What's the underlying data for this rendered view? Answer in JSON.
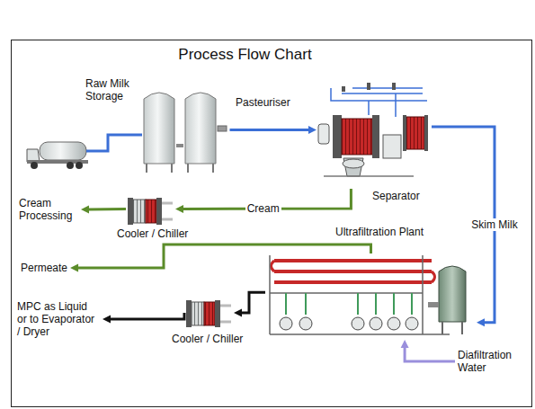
{
  "diagram": {
    "title": "Process Flow Chart",
    "nodes": [
      {
        "text": [
          "Raw Milk Storage"
        ]
      },
      {
        "text": [
          "Pasteuriser",
          "Separator"
        ]
      },
      {
        "text": [
          "Cooler / Chiller"
        ]
      },
      {
        "text": [
          "Cream Processing"
        ]
      },
      {
        "text": [
          "Ultrafiltration Plant"
        ]
      },
      {
        "text": [
          "Permeate"
        ]
      },
      {
        "text": [
          "Cooler / Chiller"
        ]
      },
      {
        "text": [
          "MPC as Liquid or to Evaporator / Dryer"
        ]
      },
      {
        "text": [
          "Diafiltration Water"
        ]
      }
    ],
    "edges": [
      {
        "from": 0,
        "to": 1,
        "arrow": "to"
      },
      {
        "from": 1,
        "to": 2,
        "label": "Cream",
        "arrow": "to"
      },
      {
        "from": 2,
        "to": 3,
        "arrow": "to"
      },
      {
        "from": 4,
        "to": 5,
        "arrow": "to"
      },
      {
        "from": 1,
        "to": 4,
        "label": "Skim Milk",
        "arrow": "to"
      },
      {
        "from": 4,
        "to": 6,
        "arrow": "to"
      },
      {
        "from": 6,
        "to": 7,
        "arrow": "to"
      },
      {
        "from": 8,
        "to": 4,
        "arrow": "to"
      }
    ]
  }
}
